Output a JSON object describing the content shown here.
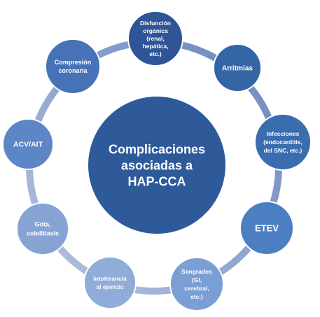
{
  "center": {
    "lines": [
      "Complicaciones",
      "asociadas a",
      "HAP-CCA"
    ],
    "color": "#2e5a9a"
  },
  "ring_color_light": "#b7c3df",
  "ring_color_dark": "#6a86bf",
  "nodes": [
    {
      "id": "disfuncion-organica",
      "lines": [
        "Disfunción",
        "orgánica",
        "(renal,",
        "hepática,",
        "etc.)"
      ],
      "color": "#2f5597"
    },
    {
      "id": "arritmias",
      "lines": [
        "Arritmias"
      ],
      "color": "#3465a4"
    },
    {
      "id": "infecciones",
      "lines": [
        "Infecciones",
        "(endocarditis,",
        "del SNC, etc.)"
      ],
      "color": "#3a6cb0"
    },
    {
      "id": "etev",
      "lines": [
        "ETEV"
      ],
      "color": "#4b7fc2"
    },
    {
      "id": "sangrados",
      "lines": [
        "Sangrados",
        "(GI,",
        "cerebral,",
        "etc.)"
      ],
      "color": "#7a9fd4"
    },
    {
      "id": "intolerancia",
      "lines": [
        "Intolerancia",
        "al ejericio"
      ],
      "color": "#90acd8"
    },
    {
      "id": "gota",
      "lines": [
        "Gota,",
        "colelitiasis"
      ],
      "color": "#86a3d3"
    },
    {
      "id": "acv-ait",
      "lines": [
        "ACV/AIT"
      ],
      "color": "#5c86c6"
    },
    {
      "id": "compresion-coronaria",
      "lines": [
        "Compresión",
        "coronaria"
      ],
      "color": "#4672b8"
    }
  ]
}
